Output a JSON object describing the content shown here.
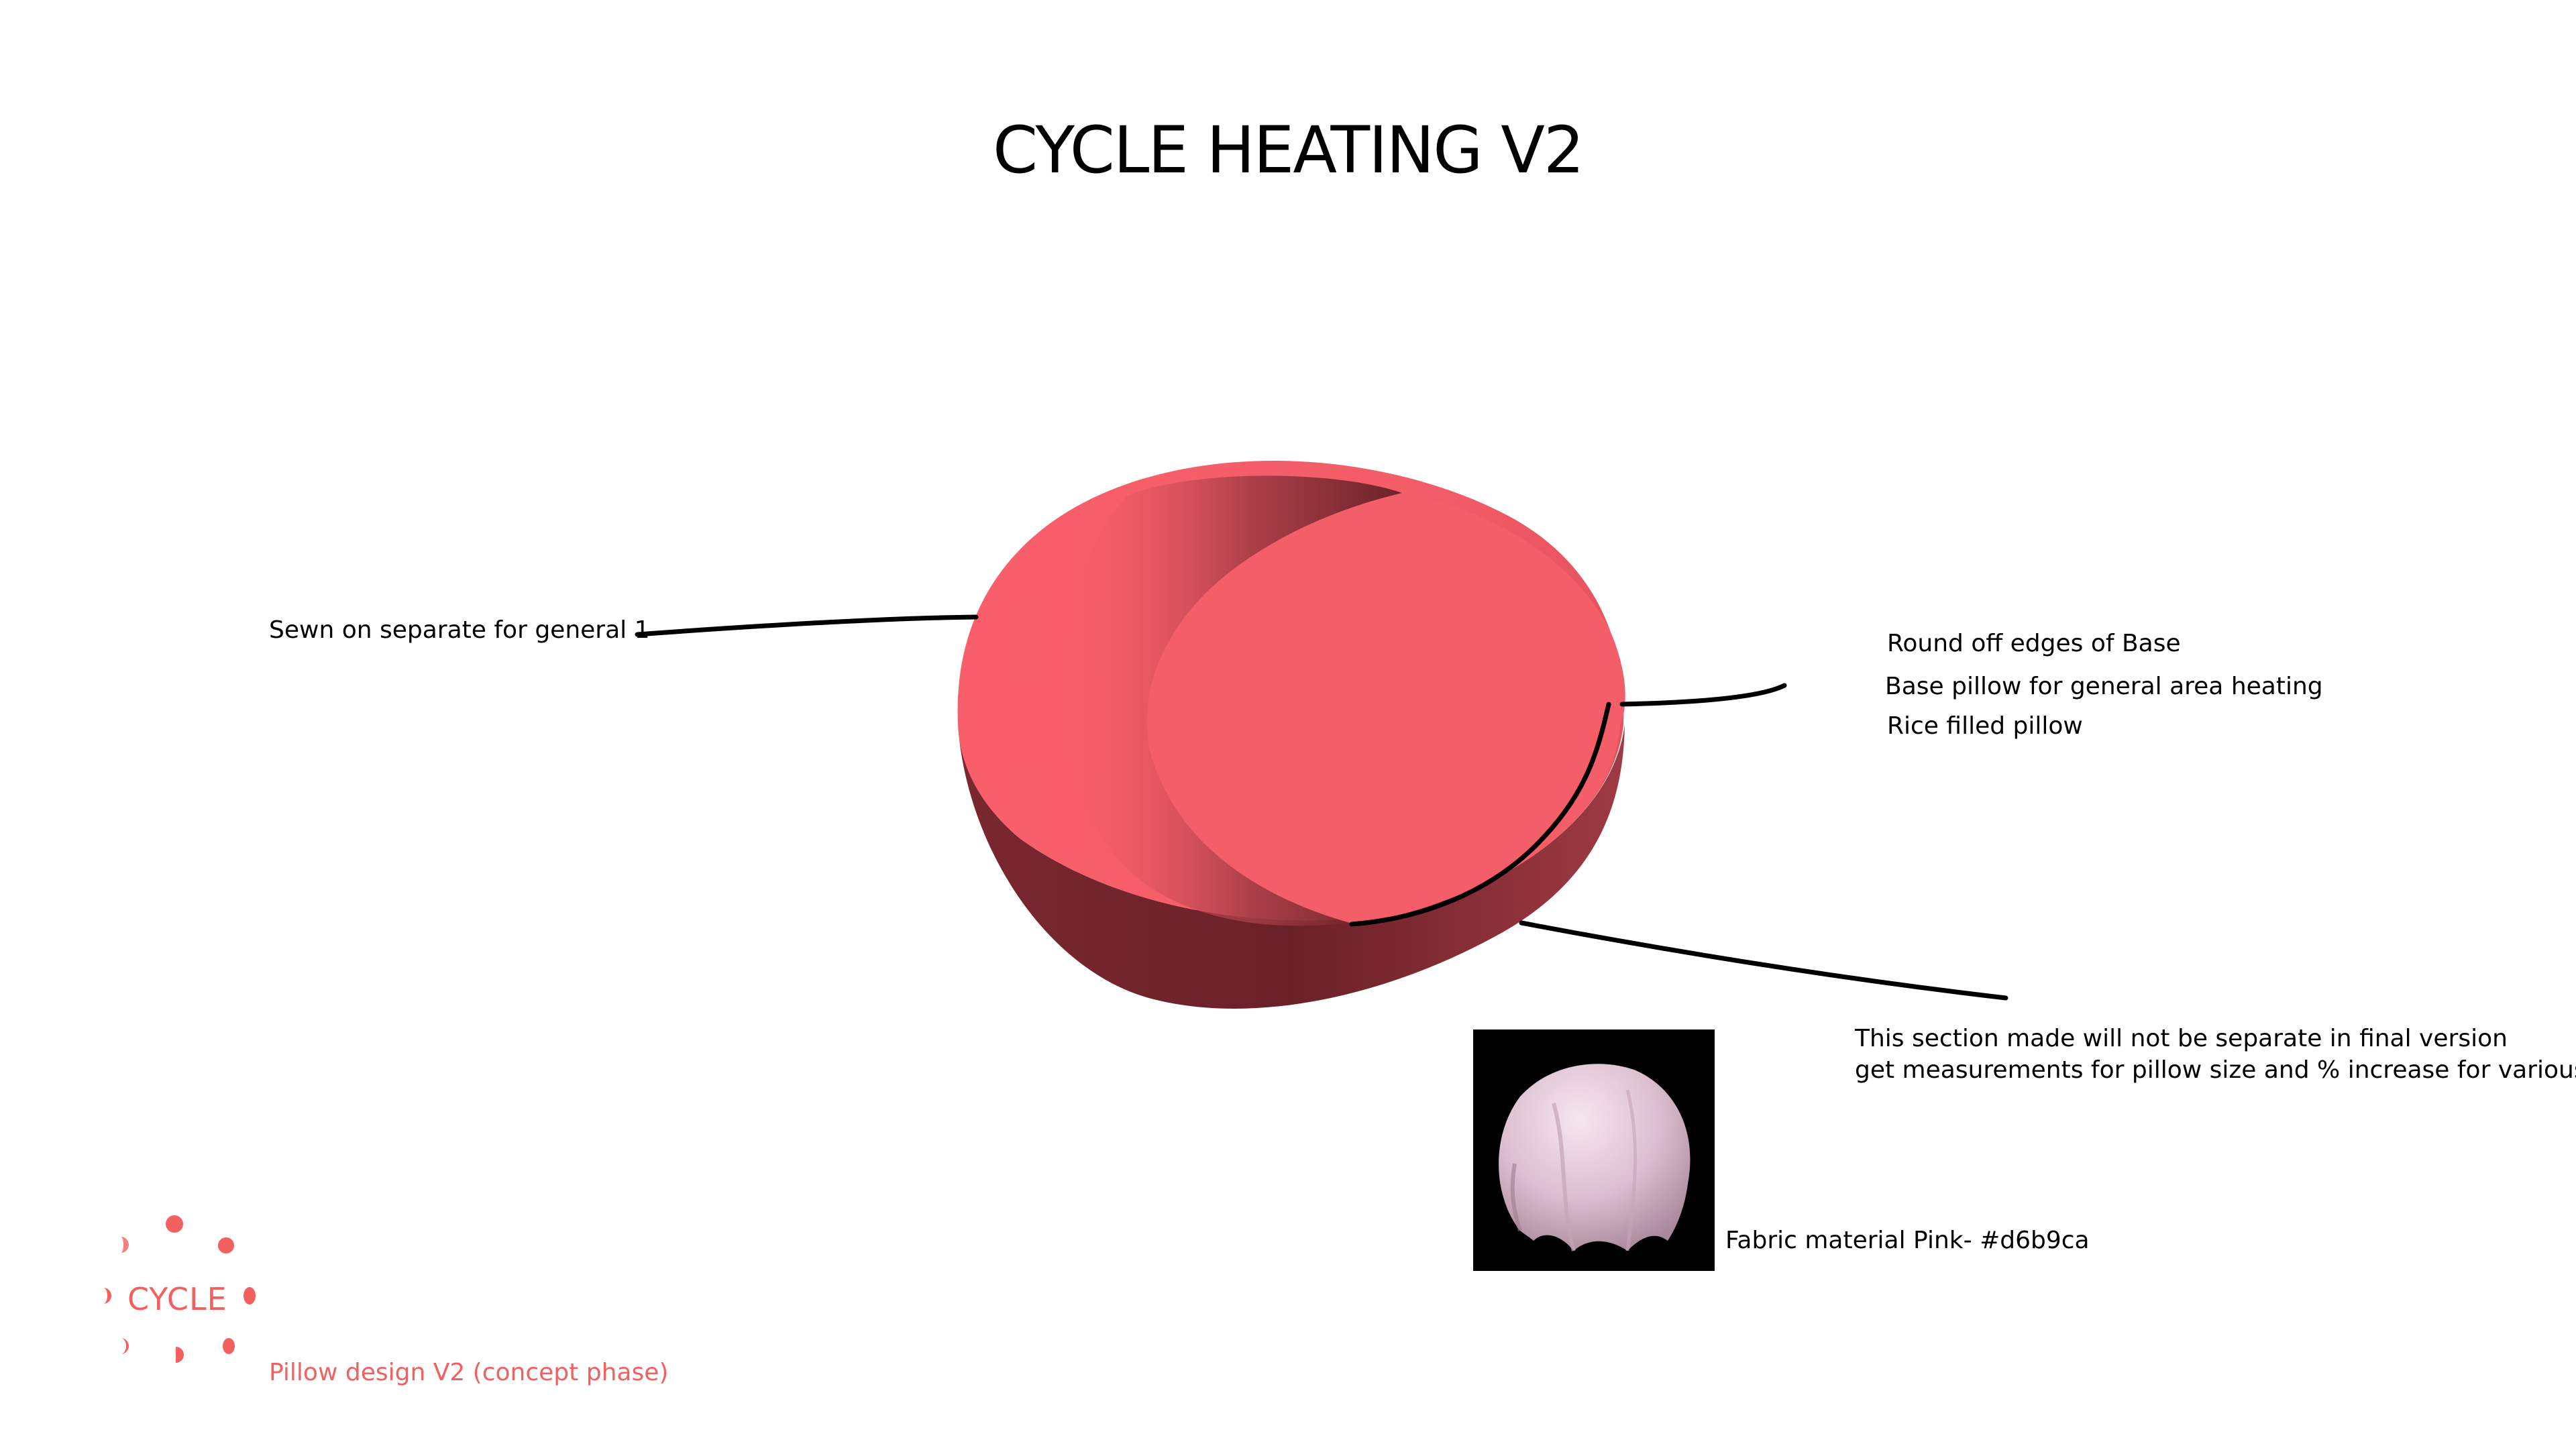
{
  "title": "CYCLE HEATING V2",
  "annotations": {
    "sewn_on": "Sewn on separate for general 1",
    "round_off": "Round off edges of Base",
    "base_pillow": "Base pillow for general area heating",
    "rice_filled": "Rice filled pillow",
    "section_line_1": "This section made will not be separate in final version",
    "section_line_2": "get measurements for pillow size and % increase for various sizes.",
    "fabric": "Fabric material Pink- #d6b9ca"
  },
  "logo": {
    "wordmark": "CYCLE"
  },
  "footer": {
    "caption": "Pillow design V2 (concept phase)"
  },
  "colors": {
    "pillow_top": "#f55e69",
    "pillow_side": "#6b2027",
    "pillow_shadow": "#8b2f36",
    "brand": "#f26060",
    "fabric_pink": "#d6b9ca",
    "swatch_bg": "#000000"
  },
  "icons": {
    "logo_mark": "cycle-moon-phases-icon",
    "fabric_sample": "draped-fabric-icon"
  }
}
